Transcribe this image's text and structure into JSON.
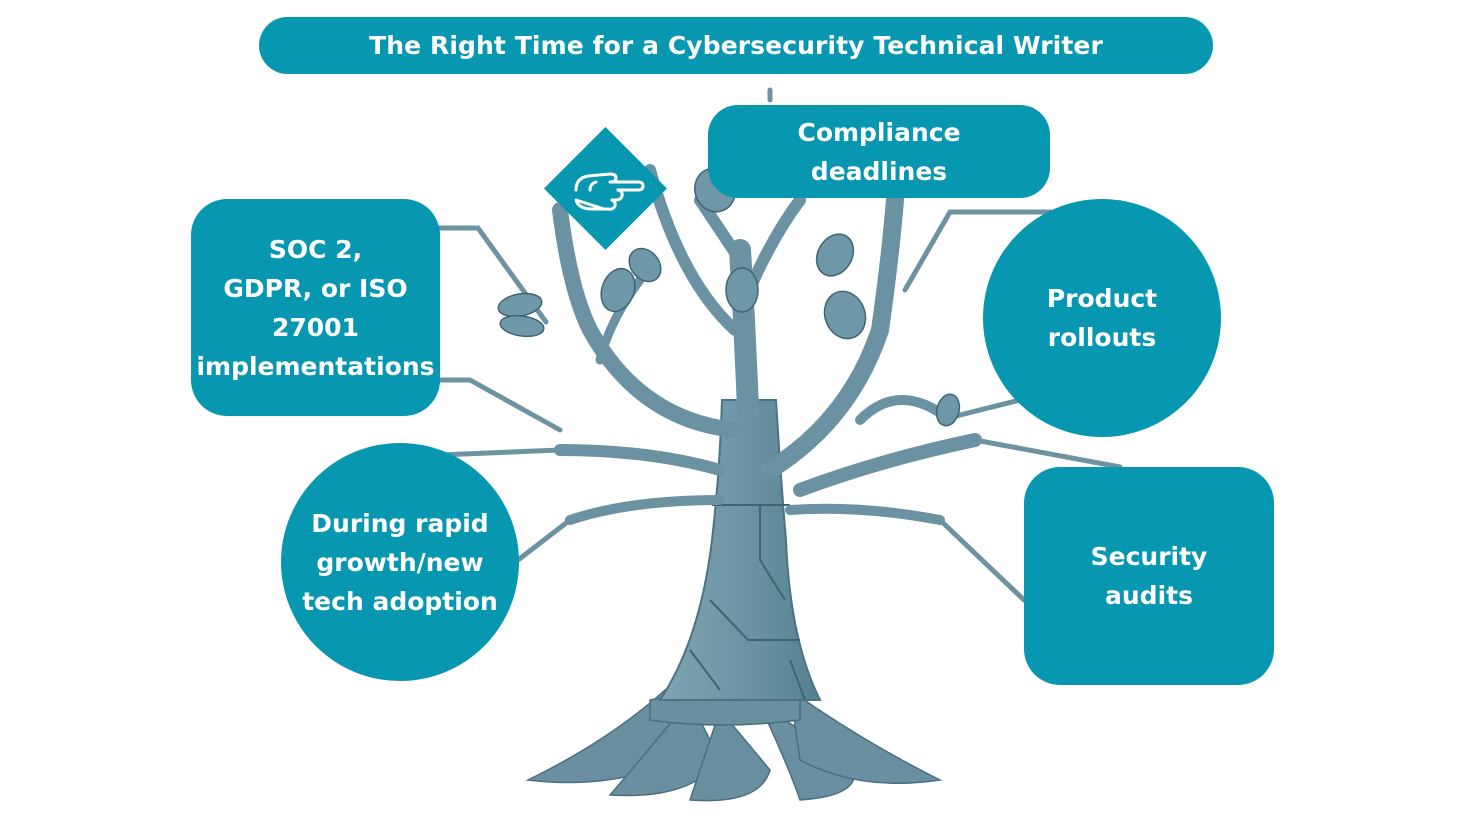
{
  "title": "The Right Time for a Cybersecurity Technical Writer",
  "colors": {
    "accent": "#0797b1",
    "tree": "#6f97a6",
    "tree_dark": "#4d7585",
    "background": "#ffffff"
  },
  "icon": "pointing-hand-icon",
  "items": {
    "compliance": "Compliance\ndeadlines",
    "soc": "SOC 2,\nGDPR, or ISO\n27001\nimplementations",
    "product": "Product\nrollouts",
    "growth": "During rapid\ngrowth/new\ntech adoption",
    "security": "Security\naudits"
  }
}
